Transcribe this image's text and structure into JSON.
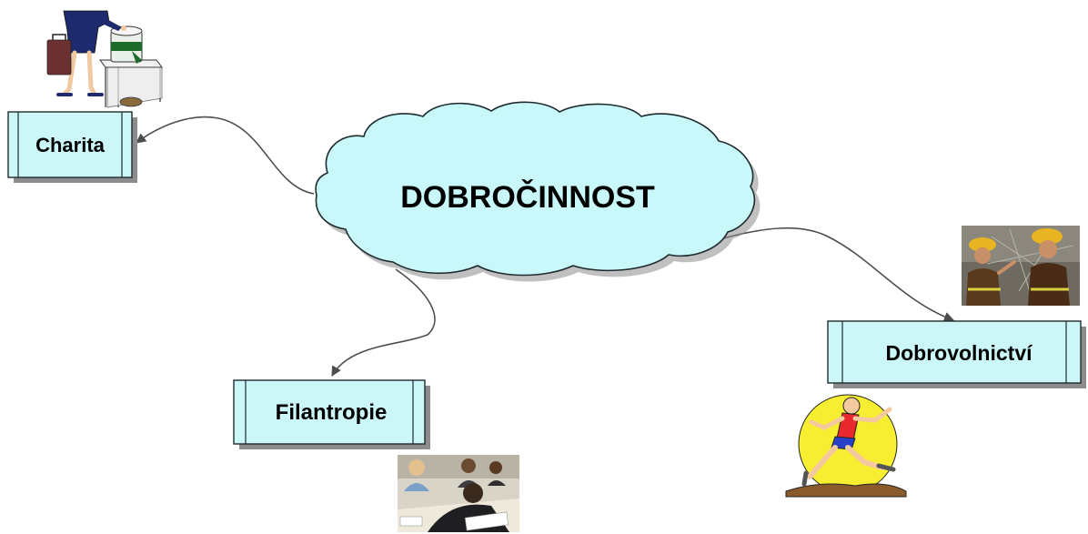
{
  "diagram": {
    "central": {
      "label": "DOBROČINNOST"
    },
    "nodes": [
      {
        "id": "charita",
        "label": "Charita",
        "picture": "charity-donation-picture"
      },
      {
        "id": "filantropie",
        "label": "Filantropie",
        "picture": "students-writing-photo"
      },
      {
        "id": "dobrovolnictvi",
        "label": "Dobrovolnictví",
        "picture": "firefighters-photo"
      }
    ],
    "extra_picture": "running-man-clipart"
  },
  "colors": {
    "cloud_fill": "#c8f8fa",
    "node_fill": "#ccf7f9",
    "outline": "#1f2a2e",
    "connector": "#4d4d4d",
    "shadow": "#8c8c8c"
  }
}
